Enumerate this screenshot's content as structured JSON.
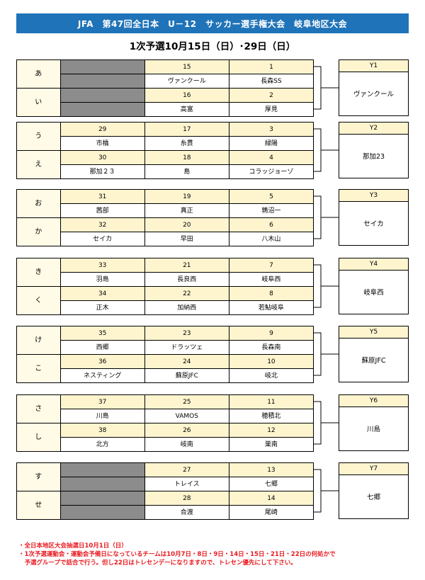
{
  "header": {
    "title": "JFA　第47回全日本　U－12　サッカー選手権大会　岐阜地区大会"
  },
  "subtitle": "1次予選10月15日（日）･29日（日）",
  "blocks": [
    {
      "code": "Y1",
      "winner": "ヴァンクール",
      "groups": [
        {
          "key": "あ",
          "nums": [
            "",
            "15",
            "1"
          ],
          "teams": [
            "",
            "ヴァンクール",
            "長森SS"
          ]
        },
        {
          "key": "い",
          "nums": [
            "",
            "16",
            "2"
          ],
          "teams": [
            "",
            "高富",
            "厚見"
          ]
        }
      ]
    },
    {
      "code": "Y2",
      "winner": "那加23",
      "groups": [
        {
          "key": "う",
          "nums": [
            "29",
            "17",
            "3"
          ],
          "teams": [
            "市橋",
            "糸貫",
            "緑陽"
          ]
        },
        {
          "key": "え",
          "nums": [
            "30",
            "18",
            "4"
          ],
          "teams": [
            "那加２３",
            "島",
            "コラッジョーゾ"
          ]
        }
      ]
    },
    {
      "code": "Y3",
      "winner": "セイカ",
      "groups": [
        {
          "key": "お",
          "nums": [
            "31",
            "19",
            "5"
          ],
          "teams": [
            "茜部",
            "真正",
            "鶉沼一"
          ]
        },
        {
          "key": "か",
          "nums": [
            "32",
            "20",
            "6"
          ],
          "teams": [
            "セイカ",
            "早田",
            "八木山"
          ]
        }
      ]
    },
    {
      "code": "Y4",
      "winner": "岐阜西",
      "groups": [
        {
          "key": "き",
          "nums": [
            "33",
            "21",
            "7"
          ],
          "teams": [
            "羽島",
            "長良西",
            "岐阜西"
          ]
        },
        {
          "key": "く",
          "nums": [
            "34",
            "22",
            "8"
          ],
          "teams": [
            "正木",
            "加納西",
            "若鮎岐阜"
          ]
        }
      ]
    },
    {
      "code": "Y5",
      "winner": "蘇原JFC",
      "groups": [
        {
          "key": "け",
          "nums": [
            "35",
            "23",
            "9"
          ],
          "teams": [
            "西郷",
            "ドラッツェ",
            "長森南"
          ]
        },
        {
          "key": "こ",
          "nums": [
            "36",
            "24",
            "10"
          ],
          "teams": [
            "ネスティング",
            "蘇原JFC",
            "岐北"
          ]
        }
      ]
    },
    {
      "code": "Y6",
      "winner": "川島",
      "groups": [
        {
          "key": "さ",
          "nums": [
            "37",
            "25",
            "11"
          ],
          "teams": [
            "川島",
            "VAMOS",
            "穂積北"
          ]
        },
        {
          "key": "し",
          "nums": [
            "38",
            "26",
            "12"
          ],
          "teams": [
            "北方",
            "岐南",
            "巣南"
          ]
        }
      ]
    },
    {
      "code": "Y7",
      "winner": "七郷",
      "groups": [
        {
          "key": "す",
          "nums": [
            "",
            "27",
            "13"
          ],
          "teams": [
            "",
            "トレイス",
            "七郷"
          ]
        },
        {
          "key": "せ",
          "nums": [
            "",
            "28",
            "14"
          ],
          "teams": [
            "",
            "合渡",
            "尾崎"
          ]
        }
      ]
    }
  ],
  "notes": [
    "・全日本地区大会抽選日10月1日（日）",
    "・1次予選運動会・運動会予備日になっているチームは10月7日・8日・9日・14日・15日・21日・22日の何処かで",
    "　予選グループで話合で行う。但し22日はトレセンデーになりますので、トレセン優先にして下さい。"
  ],
  "colors": {
    "header_bg": "#1f73b8",
    "num_bg": "#fef5cf",
    "gray_cell": "#8c8c8c",
    "note_text": "#e8191f"
  }
}
